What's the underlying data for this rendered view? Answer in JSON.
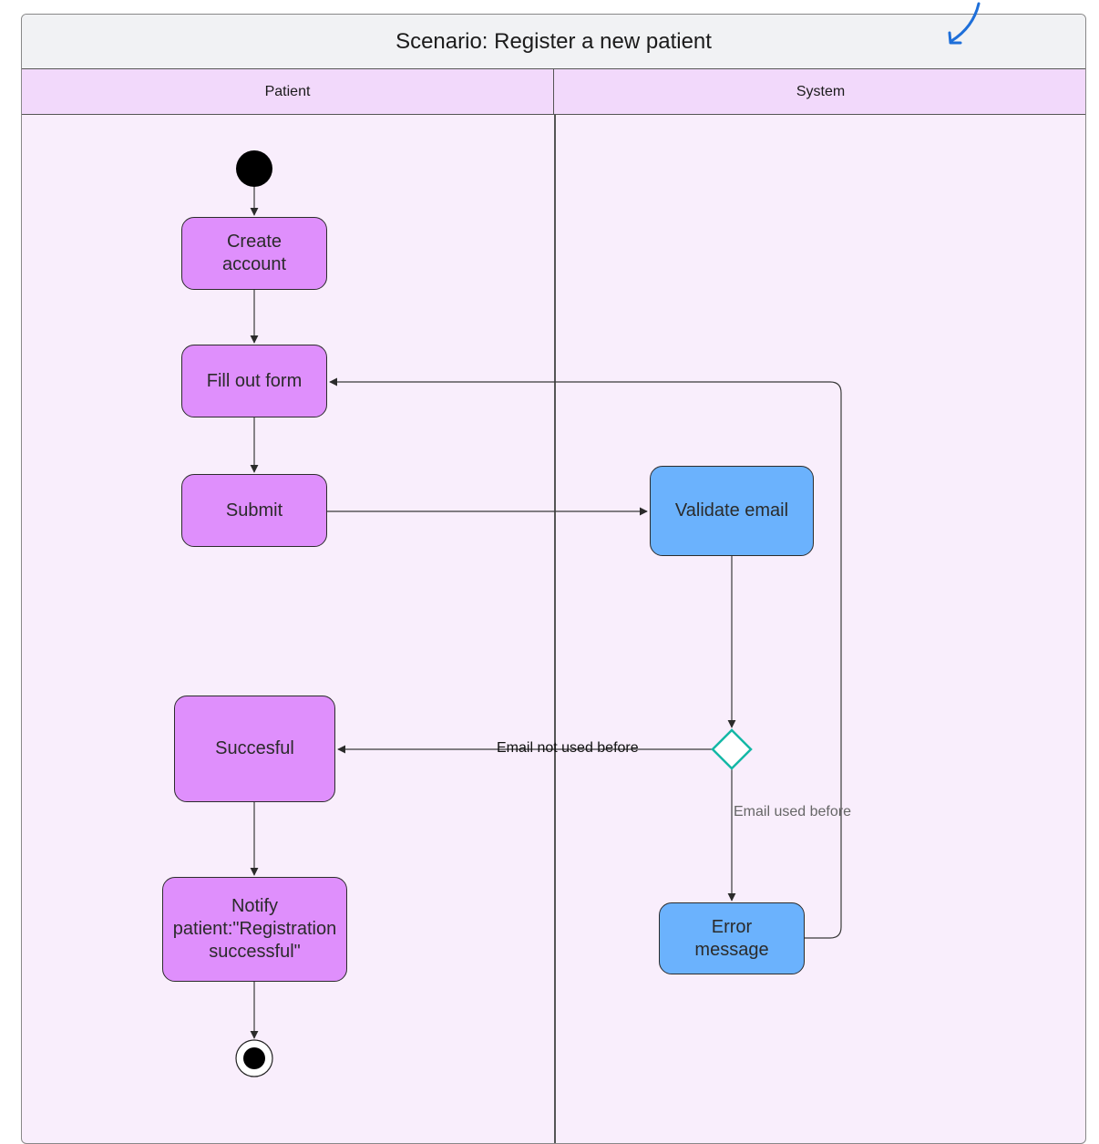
{
  "diagram": {
    "title": "Scenario: Register a new patient",
    "lanes": [
      "Patient",
      "System"
    ],
    "nodes": {
      "create_account": "Create\naccount",
      "fill_out_form": "Fill out form",
      "submit": "Submit",
      "validate_email": "Validate email",
      "succesful": "Succesful",
      "notify": "Notify\npatient:\"Registration\nsuccessful\"",
      "error_message": "Error\nmessage"
    },
    "edge_labels": {
      "not_used": "Email not used before",
      "used": "Email used before"
    },
    "colors": {
      "patient_node": "#df8ffc",
      "system_node": "#6bb2fd",
      "decision": "#14b8a6",
      "lane_header": "#f2d9fb",
      "lane_body": "#f9eefc"
    }
  }
}
